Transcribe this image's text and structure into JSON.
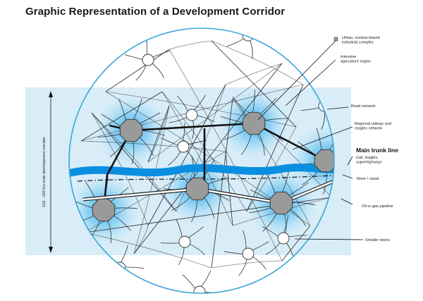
{
  "title": "Graphic Representation of a Development Corridor",
  "colors": {
    "circle": "#3aa6d8",
    "corridor_band": "#d8edf8",
    "river": "#0a8fe0",
    "hub_fill": "#9a9a9a",
    "glow": "#3ab4f0"
  },
  "labels": {
    "industrial": [
      "Urban, nuclear-based",
      "industrial complex"
    ],
    "agriculture": [
      "Intensive",
      "agriculture region"
    ],
    "road": [
      "Road network"
    ],
    "railway": [
      "Regional railway and",
      "maglev network"
    ],
    "trunk_title": "Main trunk line",
    "trunk_sub": [
      "(rail, maglev,",
      "superhighway)"
    ],
    "river": [
      "River / canal"
    ],
    "pipeline": [
      "Oil or gas pipeline"
    ],
    "towns": [
      "Smaller towns"
    ],
    "width_axis": "100 - 150 km wide development corridor"
  }
}
